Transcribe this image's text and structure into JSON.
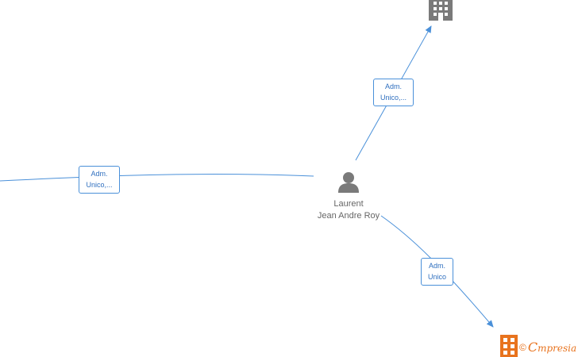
{
  "colors": {
    "edge": "#4a90d9",
    "node_icon": "#7a7a7a",
    "node_label": "#666666",
    "brand": "#e8731e"
  },
  "person": {
    "icon": "person-icon",
    "name_line1": "Laurent",
    "name_line2": "Jean Andre Roy"
  },
  "companies": [
    {
      "icon": "building-icon",
      "style": "gray"
    },
    {
      "icon": "building-icon",
      "style": "orange"
    }
  ],
  "edges": [
    {
      "label_line1": "Adm.",
      "label_line2": "Unico,..."
    },
    {
      "label_line1": "Adm.",
      "label_line2": "Unico,..."
    },
    {
      "label_line1": "Adm.",
      "label_line2": "Unico"
    }
  ],
  "watermark": {
    "copyright": "©",
    "brand_initial": "C",
    "brand_rest": "mpresia"
  }
}
